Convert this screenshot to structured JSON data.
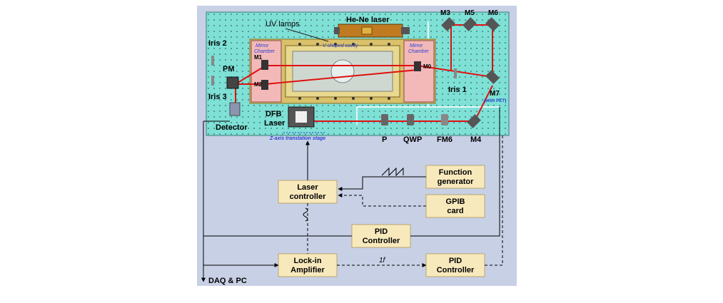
{
  "labels": {
    "uv_lamps": "UV lamps",
    "hene_laser": "He-Ne laser",
    "m3": "M3",
    "m5": "M5",
    "m6": "M6",
    "iris2": "Iris 2",
    "iris3": "Iris 3",
    "iris1": "Iris 1",
    "pm": "PM",
    "detector": "Detector",
    "dfb_line1": "DFB",
    "dfb_line2": "Laser",
    "mirror_left_1": "Mirror",
    "mirror_left_2": "Chamber",
    "mirror_right_1": "Mirror",
    "mirror_right_2": "Chamber",
    "v_cavity": "V-shaped cavity",
    "m1": "M1",
    "m2": "M2",
    "m0": "M0",
    "m7": "M7",
    "with_pzt": "(with PZT)",
    "z_stage": "Z-axis translation stage",
    "p": "P",
    "qwp": "QWP",
    "fm6": "FM6",
    "m4": "M4",
    "daq": "DAQ & PC",
    "modulation": "1f"
  },
  "blocks": {
    "laser_controller_1": "Laser",
    "laser_controller_2": "controller",
    "function_gen_1": "Function",
    "function_gen_2": "generator",
    "gpib_1": "GPIB",
    "gpib_2": "card",
    "pid1_1": "PID",
    "pid1_2": "Controller",
    "lockin_1": "Lock-in",
    "lockin_2": "Amplifier",
    "pid2_1": "PID",
    "pid2_2": "Controller"
  },
  "colors": {
    "frame": "#c8d0e6",
    "table": "#7fe0d6",
    "chamber": "#f3b9b9",
    "cavity_frame": "#d9c06a",
    "beam": "#e01010",
    "block_fill": "#f8e9bd",
    "block_stroke": "#b9a66a",
    "label_blue": "#2a3fd0"
  }
}
